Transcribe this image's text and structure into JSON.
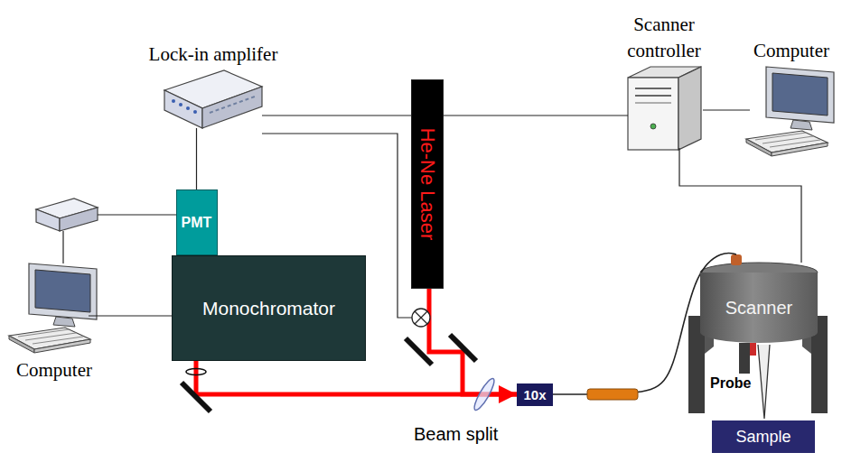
{
  "diagram": {
    "nodes": [
      {
        "text": [
          "Lock-in amplifer"
        ]
      },
      {
        "text": [
          "Scanner controller"
        ]
      },
      {
        "text": [
          "Computer"
        ]
      },
      {
        "text": [
          "He-Ne Laser"
        ]
      },
      {
        "text": [
          "PMT"
        ]
      },
      {
        "text": [
          "Monochromator"
        ]
      },
      {
        "text": [
          "Scanner"
        ]
      },
      {
        "text": [
          "Computer"
        ]
      },
      {
        "text": [
          "10x"
        ]
      },
      {
        "text": [
          "Sample"
        ]
      }
    ],
    "edges": [
      {
        "from": 0,
        "to": 1,
        "arrow": "none"
      },
      {
        "from": 1,
        "to": 2,
        "arrow": "none"
      },
      {
        "from": 1,
        "to": 6,
        "arrow": "none"
      },
      {
        "from": 0,
        "to": 4,
        "arrow": "none"
      },
      {
        "from": 7,
        "to": 5,
        "arrow": "none"
      },
      {
        "from": 3,
        "to": 8,
        "arrow": "to"
      },
      {
        "from": 8,
        "to": 5,
        "arrow": "none"
      },
      {
        "from": 8,
        "to": 6,
        "arrow": "none"
      }
    ],
    "labels": [
      "Probe",
      "Beam split"
    ]
  }
}
